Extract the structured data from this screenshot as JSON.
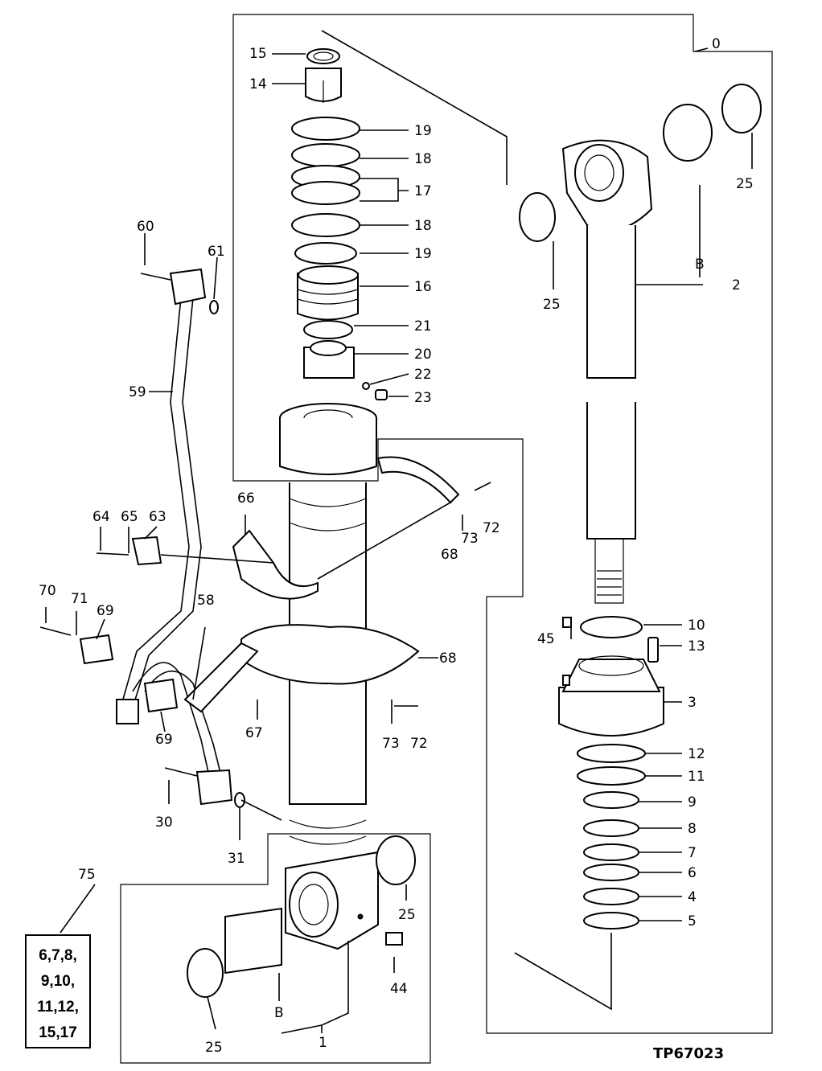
{
  "reference": "TP67023",
  "kit": {
    "label_no": "75",
    "lines": [
      "6,7,8,",
      "9,10,",
      "11,12,",
      "15,17"
    ]
  },
  "labels": {
    "c0": "0",
    "c1": "1",
    "c2": "2",
    "c3": "3",
    "c4": "4",
    "c5": "5",
    "c6": "6",
    "c7": "7",
    "c8": "8",
    "c9": "9",
    "c10": "10",
    "c11": "11",
    "c12": "12",
    "c13": "13",
    "c14": "14",
    "c15": "15",
    "c16": "16",
    "c17": "17",
    "c18a": "18",
    "c18b": "18",
    "c19a": "19",
    "c19b": "19",
    "c20": "20",
    "c21": "21",
    "c22": "22",
    "c23": "23",
    "c25a": "25",
    "c25b": "25",
    "c25c": "25",
    "c25d": "25",
    "c30": "30",
    "c31": "31",
    "c44": "44",
    "c45": "45",
    "c58": "58",
    "c59": "59",
    "c60": "60",
    "c61": "61",
    "c63": "63",
    "c64": "64",
    "c65": "65",
    "c66": "66",
    "c67": "67",
    "c68a": "68",
    "c68b": "68",
    "c69a": "69",
    "c69b": "69",
    "c70": "70",
    "c71": "71",
    "c72a": "72",
    "c72b": "72",
    "c73a": "73",
    "c73b": "73",
    "cBa": "B",
    "cBb": "B"
  }
}
